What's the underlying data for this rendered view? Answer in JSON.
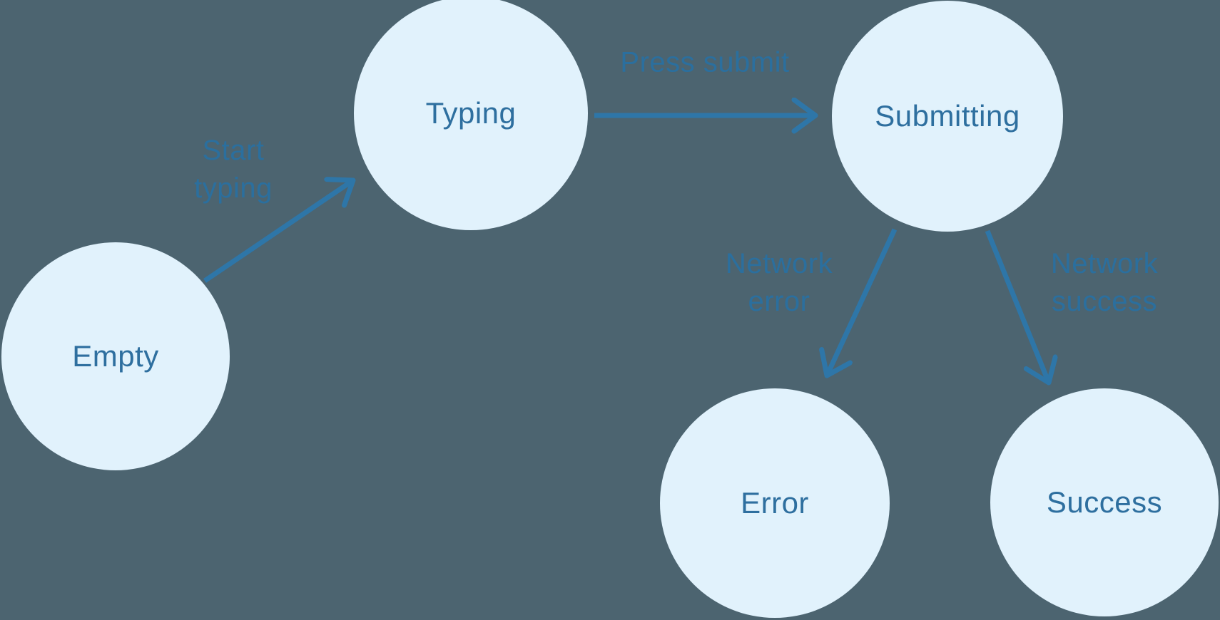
{
  "diagram": {
    "type": "state-machine",
    "nodes": [
      {
        "id": "empty",
        "label": "Empty"
      },
      {
        "id": "typing",
        "label": "Typing"
      },
      {
        "id": "submitting",
        "label": "Submitting"
      },
      {
        "id": "error",
        "label": "Error"
      },
      {
        "id": "success",
        "label": "Success"
      }
    ],
    "edges": [
      {
        "from": "empty",
        "to": "typing",
        "label": "Start typing"
      },
      {
        "from": "typing",
        "to": "submitting",
        "label": "Press submit"
      },
      {
        "from": "submitting",
        "to": "error",
        "label": "Network error"
      },
      {
        "from": "submitting",
        "to": "success",
        "label": "Network success"
      }
    ],
    "colors": {
      "background": "#4C6470",
      "node_fill": "#E1F2FC",
      "node_text": "#2E6F9F",
      "edge": "#2E76A8",
      "edge_label": "#2B6F9E"
    }
  }
}
